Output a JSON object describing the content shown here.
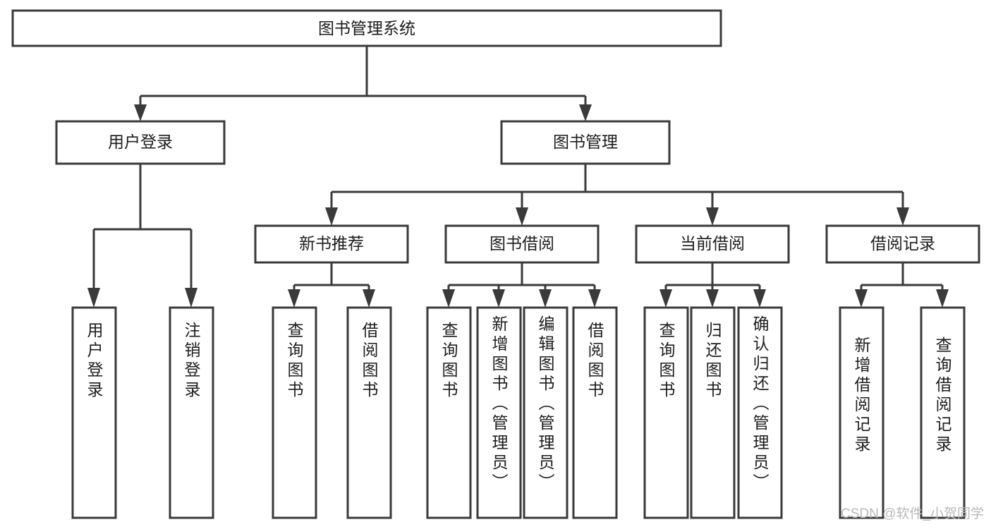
{
  "diagram": {
    "title": "图书管理系统",
    "type": "tree-hierarchy-diagram",
    "colors": {
      "stroke": "#3a3a3a",
      "fill": "#ffffff",
      "text": "#1d1d1d",
      "watermark": "#b9b9b9"
    },
    "levels": {
      "root": {
        "label": "图书管理系统"
      },
      "level2": [
        {
          "id": "user-login",
          "label": "用户登录"
        },
        {
          "id": "book-management",
          "label": "图书管理"
        }
      ],
      "level3": [
        {
          "id": "new-book-recommend",
          "label": "新书推荐"
        },
        {
          "id": "book-borrow",
          "label": "图书借阅"
        },
        {
          "id": "current-borrow",
          "label": "当前借阅"
        },
        {
          "id": "borrow-record",
          "label": "借阅记录"
        }
      ],
      "leaves": {
        "user-login": [
          {
            "id": "leaf-user-login",
            "label": "用户登录"
          },
          {
            "id": "leaf-logout-login",
            "label": "注销登录"
          }
        ],
        "new-book-recommend": [
          {
            "id": "leaf-query-book-1",
            "label": "查询图书"
          },
          {
            "id": "leaf-borrow-book-1",
            "label": "借阅图书"
          }
        ],
        "book-borrow": [
          {
            "id": "leaf-query-book-2",
            "label": "查询图书"
          },
          {
            "id": "leaf-add-book",
            "label": "新增图书（管理员）"
          },
          {
            "id": "leaf-edit-book",
            "label": "编辑图书（管理员）"
          },
          {
            "id": "leaf-borrow-book-2",
            "label": "借阅图书"
          }
        ],
        "current-borrow": [
          {
            "id": "leaf-query-book-3",
            "label": "查询图书"
          },
          {
            "id": "leaf-return-book",
            "label": "归还图书"
          },
          {
            "id": "leaf-confirm-return",
            "label": "确认归还（管理员）"
          }
        ],
        "borrow-record": [
          {
            "id": "leaf-add-borrow-record",
            "label": "新增借阅记录"
          },
          {
            "id": "leaf-query-borrow-record",
            "label": "查询借阅记录"
          }
        ]
      }
    },
    "watermark": "CSDN @软件_小贺同学"
  }
}
